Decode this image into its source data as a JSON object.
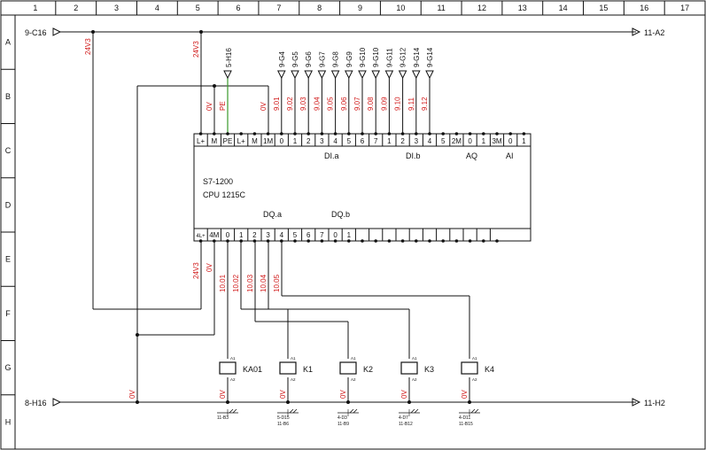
{
  "frame": {
    "columns": [
      "1",
      "2",
      "3",
      "4",
      "5",
      "6",
      "7",
      "8",
      "9",
      "10",
      "11",
      "12",
      "13",
      "14",
      "15",
      "16",
      "17"
    ],
    "rows": [
      "A",
      "B",
      "C",
      "D",
      "E",
      "F",
      "G",
      "H"
    ]
  },
  "rails": {
    "top_in": "9-C16",
    "top_out": "11-A2",
    "bottom_in": "8-H16",
    "bottom_out": "11-H2"
  },
  "wire_labels": {
    "v24_left": "24V3",
    "v24_top": "24V3",
    "v24_bottom": "24V3",
    "zero_v_plc": "0V",
    "pe": "PE",
    "zero_v_1m": "0V",
    "zero_v_4m": "0V",
    "zero_v_bottom_left": "0V"
  },
  "cross_refs": {
    "pe_ref": "5-H16",
    "di_refs": [
      "9-G4",
      "9-G5",
      "9-G6",
      "9-G7",
      "9-G8",
      "9-G9",
      "9-G10",
      "9-G10",
      "9-G11",
      "9-G12",
      "9-G14",
      "9-G14"
    ],
    "coil_refs": [
      {
        "top": "11-B3",
        "bottom": ""
      },
      {
        "top": "5-D15",
        "bottom": "11-B6"
      },
      {
        "top": "4-D3",
        "bottom": "11-B9"
      },
      {
        "top": "4-D7",
        "bottom": "11-B12"
      },
      {
        "top": "4-D11",
        "bottom": "11-B15"
      }
    ]
  },
  "di_addresses": [
    "9.01",
    "9.02",
    "9.03",
    "9.04",
    "9.05",
    "9.06",
    "9.07",
    "9.08",
    "9.09",
    "9.10",
    "9.11",
    "9.12"
  ],
  "dq_addresses": [
    "10.01",
    "10.02",
    "10.03",
    "10.04",
    "10.05"
  ],
  "plc": {
    "model": "S7-1200",
    "cpu": "CPU 1215C",
    "top_terminals": [
      "L+",
      "M",
      "PE",
      "L+",
      "M",
      "1M",
      "0",
      "1",
      "2",
      "3",
      "4",
      "5",
      "6",
      "7",
      "1",
      "2",
      "3",
      "4",
      "5",
      "2M",
      "0",
      "1",
      "3M",
      "0",
      "1"
    ],
    "bottom_terminals": [
      "4L+",
      "4M",
      "0",
      "1",
      "2",
      "3",
      "4",
      "5",
      "6",
      "7",
      "0",
      "1",
      "",
      "",
      "",
      "",
      "",
      "",
      "",
      "",
      "",
      "",
      ""
    ],
    "groups": {
      "di_a": "DI.a",
      "di_b": "DI.b",
      "aq": "AQ",
      "ai": "AI",
      "dq_a": "DQ.a",
      "dq_b": "DQ.b"
    }
  },
  "coils": [
    {
      "name": "KA01",
      "a1": "A1",
      "a2": "A2",
      "zero_v": "0V"
    },
    {
      "name": "K1",
      "a1": "A1",
      "a2": "A2",
      "zero_v": "0V"
    },
    {
      "name": "K2",
      "a1": "A1",
      "a2": "A2",
      "zero_v": "0V"
    },
    {
      "name": "K3",
      "a1": "A1",
      "a2": "A2",
      "zero_v": "0V"
    },
    {
      "name": "K4",
      "a1": "A1",
      "a2": "A2",
      "zero_v": "0V"
    }
  ],
  "colors": {
    "red": "#d11a1a",
    "pe_green": "#3a9a2a",
    "line": "#111111"
  }
}
